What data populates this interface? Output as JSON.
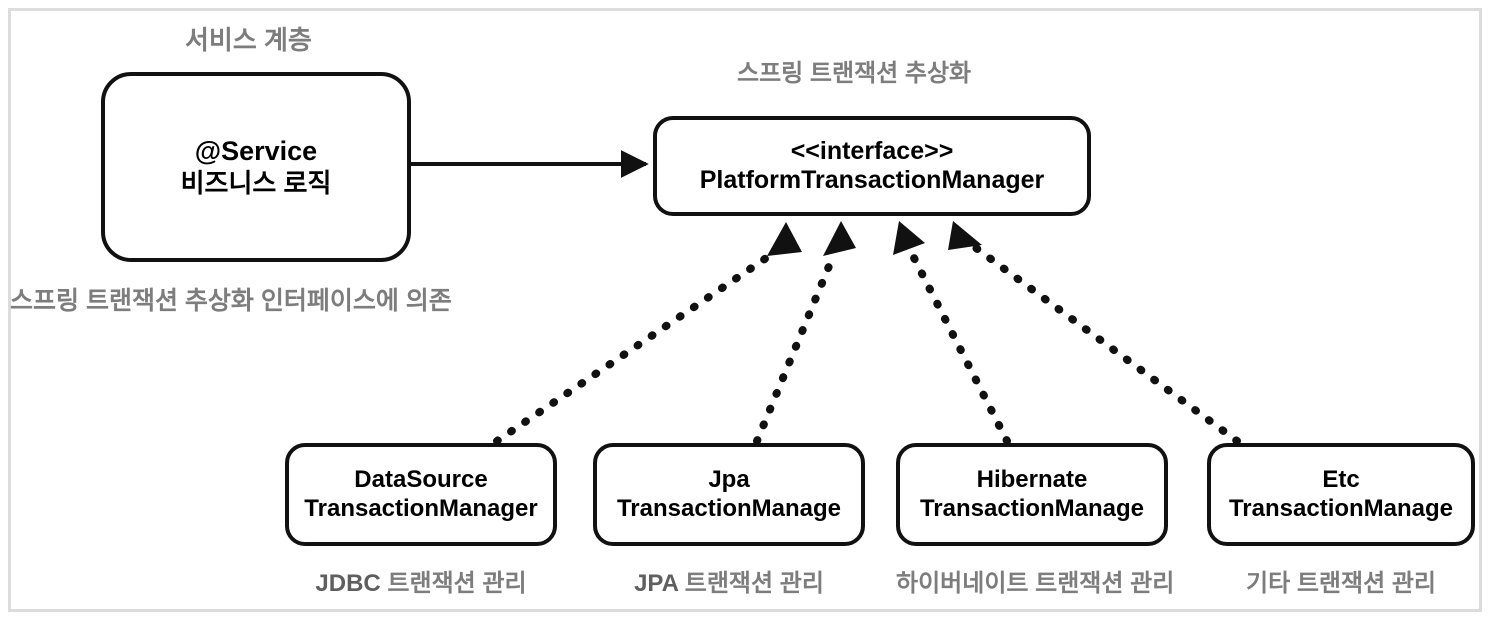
{
  "diagram": {
    "title_service_layer": "서비스 계층",
    "title_spring_abstraction": "스프링 트랜잭션 추상화",
    "note_depends_on": "스프링 트랜잭션 추상화 인터페이스에 의존",
    "colors": {
      "caption_gray": "#7d7d7d",
      "caption_strong_gray": "#5f5f5f",
      "stroke_black": "#111111",
      "frame_border": "#dcdcdc",
      "node_fill": "#ffffff"
    }
  },
  "nodes": {
    "service": {
      "line1": "@Service",
      "line2": "비즈니스 로직"
    },
    "interface": {
      "line1": "<<interface>>",
      "line2": "PlatformTransactionManager"
    },
    "implementations": [
      {
        "line1": "DataSource",
        "line2": "TransactionManager",
        "caption_strong": "JDBC",
        "caption_rest": " 트랜잭션 관리"
      },
      {
        "line1": "Jpa",
        "line2": "TransactionManage",
        "caption_strong": "JPA",
        "caption_rest": " 트랜잭션 관리"
      },
      {
        "line1": "Hibernate",
        "line2": "TransactionManage",
        "caption_strong": "",
        "caption_rest": "하이버네이트 트랜잭션 관리"
      },
      {
        "line1": "Etc",
        "line2": "TransactionManage",
        "caption_strong": "",
        "caption_rest": "기타 트랜잭션 관리"
      }
    ]
  },
  "edges": {
    "association": {
      "from": "service",
      "to": "interface",
      "style": "solid-arrow"
    },
    "realizations": [
      {
        "from": "DataSourceTransactionManager",
        "to": "PlatformTransactionManager",
        "style": "dotted-arrow"
      },
      {
        "from": "JpaTransactionManage",
        "to": "PlatformTransactionManager",
        "style": "dotted-arrow"
      },
      {
        "from": "HibernateTransactionManage",
        "to": "PlatformTransactionManager",
        "style": "dotted-arrow"
      },
      {
        "from": "EtcTransactionManage",
        "to": "PlatformTransactionManager",
        "style": "dotted-arrow"
      }
    ]
  }
}
